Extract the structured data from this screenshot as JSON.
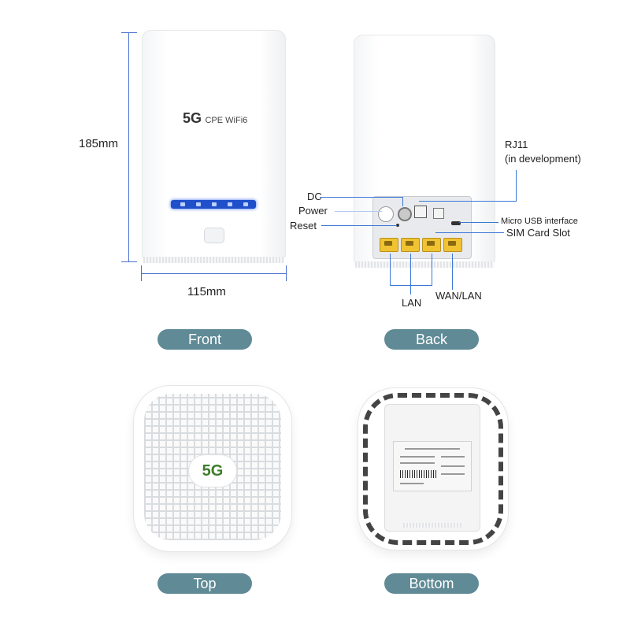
{
  "dimensions": {
    "height": "185mm",
    "width": "115mm"
  },
  "front_device": {
    "brand_mark": "5G",
    "brand_text": "CPE WiFi6"
  },
  "back_callouts": {
    "dc": "DC",
    "power": "Power",
    "reset": "Reset",
    "rj11": "RJ11",
    "rj11_note": "(in development)",
    "micro_usb": "Micro USB interface",
    "sim_slot": "SIM Card Slot",
    "lan": "LAN",
    "wan_lan": "WAN/LAN"
  },
  "view_labels": {
    "front": "Front",
    "back": "Back",
    "top": "Top",
    "bottom": "Bottom"
  },
  "top_device": {
    "logo": "5G"
  },
  "colors": {
    "pill": "#5f8a96",
    "callout_line": "#3b78d8",
    "led_bar": "#1f4fc9",
    "port": "#f1c232"
  }
}
